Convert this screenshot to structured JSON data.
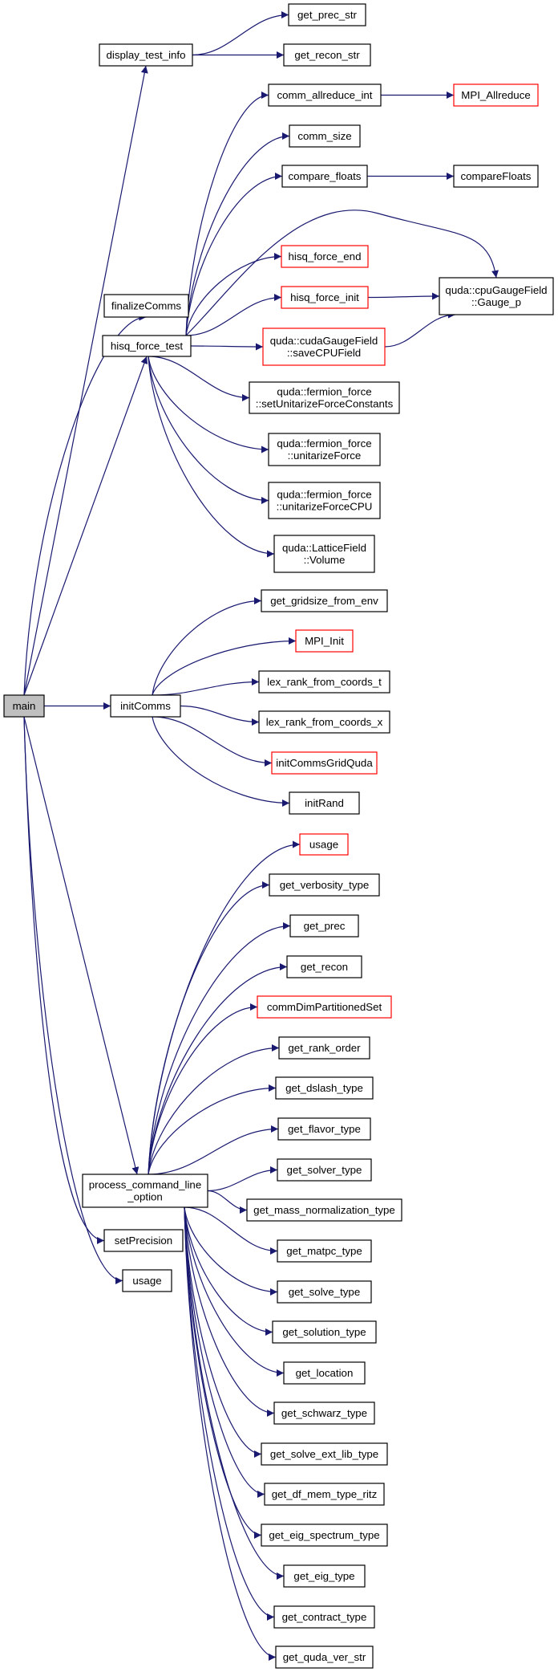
{
  "colors": {
    "background": "#ffffff",
    "edge": "#191970",
    "node_border": "#000000",
    "node_border_incomplete": "#ff0000",
    "root_fill": "#bfbfbf",
    "node_fill": "#ffffff"
  },
  "nodes": {
    "main": {
      "label": [
        "main"
      ],
      "root": true
    },
    "display_test_info": {
      "label": [
        "display_test_info"
      ]
    },
    "get_prec_str": {
      "label": [
        "get_prec_str"
      ]
    },
    "get_recon_str": {
      "label": [
        "get_recon_str"
      ]
    },
    "finalizeComms": {
      "label": [
        "finalizeComms"
      ]
    },
    "hisq_force_test": {
      "label": [
        "hisq_force_test"
      ]
    },
    "comm_allreduce_int": {
      "label": [
        "comm_allreduce_int"
      ]
    },
    "MPI_Allreduce": {
      "label": [
        "MPI_Allreduce"
      ],
      "red": true
    },
    "comm_size": {
      "label": [
        "comm_size"
      ]
    },
    "compare_floats": {
      "label": [
        "compare_floats"
      ]
    },
    "compareFloats": {
      "label": [
        "compareFloats"
      ]
    },
    "hisq_force_end": {
      "label": [
        "hisq_force_end"
      ],
      "red": true
    },
    "hisq_force_init": {
      "label": [
        "hisq_force_init"
      ],
      "red": true
    },
    "gauge_p": {
      "label": [
        "quda::cpuGaugeField",
        "::Gauge_p"
      ]
    },
    "saveCPUField": {
      "label": [
        "quda::cudaGaugeField",
        "::saveCPUField"
      ],
      "red": true
    },
    "setUnitarize": {
      "label": [
        "quda::fermion_force",
        "::setUnitarizeForceConstants"
      ]
    },
    "unitarizeForce": {
      "label": [
        "quda::fermion_force",
        "::unitarizeForce"
      ]
    },
    "unitarizeForceCPU": {
      "label": [
        "quda::fermion_force",
        "::unitarizeForceCPU"
      ]
    },
    "volume": {
      "label": [
        "quda::LatticeField",
        "::Volume"
      ]
    },
    "initComms": {
      "label": [
        "initComms"
      ]
    },
    "get_gridsize_from_env": {
      "label": [
        "get_gridsize_from_env"
      ]
    },
    "MPI_Init": {
      "label": [
        "MPI_Init"
      ],
      "red": true
    },
    "lex_rank_t": {
      "label": [
        "lex_rank_from_coords_t"
      ]
    },
    "lex_rank_x": {
      "label": [
        "lex_rank_from_coords_x"
      ]
    },
    "initCommsGridQuda": {
      "label": [
        "initCommsGridQuda"
      ],
      "red": true
    },
    "initRand": {
      "label": [
        "initRand"
      ]
    },
    "process_cmd": {
      "label": [
        "process_command_line",
        "_option"
      ]
    },
    "usage_red": {
      "label": [
        "usage"
      ],
      "red": true
    },
    "get_verbosity_type": {
      "label": [
        "get_verbosity_type"
      ]
    },
    "get_prec": {
      "label": [
        "get_prec"
      ]
    },
    "get_recon": {
      "label": [
        "get_recon"
      ]
    },
    "commDimPartitionedSet": {
      "label": [
        "commDimPartitionedSet"
      ],
      "red": true
    },
    "get_rank_order": {
      "label": [
        "get_rank_order"
      ]
    },
    "get_dslash_type": {
      "label": [
        "get_dslash_type"
      ]
    },
    "get_flavor_type": {
      "label": [
        "get_flavor_type"
      ]
    },
    "get_solver_type": {
      "label": [
        "get_solver_type"
      ]
    },
    "get_mass_normalization_type": {
      "label": [
        "get_mass_normalization_type"
      ]
    },
    "get_matpc_type": {
      "label": [
        "get_matpc_type"
      ]
    },
    "get_solve_type": {
      "label": [
        "get_solve_type"
      ]
    },
    "get_solution_type": {
      "label": [
        "get_solution_type"
      ]
    },
    "get_location": {
      "label": [
        "get_location"
      ]
    },
    "get_schwarz_type": {
      "label": [
        "get_schwarz_type"
      ]
    },
    "get_solve_ext_lib_type": {
      "label": [
        "get_solve_ext_lib_type"
      ]
    },
    "get_df_mem_type_ritz": {
      "label": [
        "get_df_mem_type_ritz"
      ]
    },
    "get_eig_spectrum_type": {
      "label": [
        "get_eig_spectrum_type"
      ]
    },
    "get_eig_type": {
      "label": [
        "get_eig_type"
      ]
    },
    "get_contract_type": {
      "label": [
        "get_contract_type"
      ]
    },
    "get_quda_ver_str": {
      "label": [
        "get_quda_ver_str"
      ]
    },
    "setPrecision": {
      "label": [
        "setPrecision"
      ]
    },
    "usage_main": {
      "label": [
        "usage"
      ]
    }
  },
  "edges": [
    [
      "main",
      "display_test_info"
    ],
    [
      "main",
      "finalizeComms"
    ],
    [
      "main",
      "hisq_force_test"
    ],
    [
      "main",
      "initComms"
    ],
    [
      "main",
      "process_cmd"
    ],
    [
      "main",
      "setPrecision"
    ],
    [
      "main",
      "usage_main"
    ],
    [
      "display_test_info",
      "get_prec_str"
    ],
    [
      "display_test_info",
      "get_recon_str"
    ],
    [
      "hisq_force_test",
      "comm_allreduce_int"
    ],
    [
      "hisq_force_test",
      "comm_size"
    ],
    [
      "hisq_force_test",
      "compare_floats"
    ],
    [
      "hisq_force_test",
      "gauge_p"
    ],
    [
      "hisq_force_test",
      "hisq_force_end"
    ],
    [
      "hisq_force_test",
      "hisq_force_init"
    ],
    [
      "hisq_force_test",
      "saveCPUField"
    ],
    [
      "hisq_force_test",
      "setUnitarize"
    ],
    [
      "hisq_force_test",
      "unitarizeForce"
    ],
    [
      "hisq_force_test",
      "unitarizeForceCPU"
    ],
    [
      "hisq_force_test",
      "volume"
    ],
    [
      "comm_allreduce_int",
      "MPI_Allreduce"
    ],
    [
      "compare_floats",
      "compareFloats"
    ],
    [
      "hisq_force_init",
      "gauge_p"
    ],
    [
      "saveCPUField",
      "gauge_p"
    ],
    [
      "initComms",
      "get_gridsize_from_env"
    ],
    [
      "initComms",
      "MPI_Init"
    ],
    [
      "initComms",
      "lex_rank_t"
    ],
    [
      "initComms",
      "lex_rank_x"
    ],
    [
      "initComms",
      "initCommsGridQuda"
    ],
    [
      "initComms",
      "initRand"
    ],
    [
      "process_cmd",
      "usage_red"
    ],
    [
      "process_cmd",
      "get_verbosity_type"
    ],
    [
      "process_cmd",
      "get_prec"
    ],
    [
      "process_cmd",
      "get_recon"
    ],
    [
      "process_cmd",
      "commDimPartitionedSet"
    ],
    [
      "process_cmd",
      "get_rank_order"
    ],
    [
      "process_cmd",
      "get_dslash_type"
    ],
    [
      "process_cmd",
      "get_flavor_type"
    ],
    [
      "process_cmd",
      "get_solver_type"
    ],
    [
      "process_cmd",
      "get_mass_normalization_type"
    ],
    [
      "process_cmd",
      "get_matpc_type"
    ],
    [
      "process_cmd",
      "get_solve_type"
    ],
    [
      "process_cmd",
      "get_solution_type"
    ],
    [
      "process_cmd",
      "get_location"
    ],
    [
      "process_cmd",
      "get_schwarz_type"
    ],
    [
      "process_cmd",
      "get_solve_ext_lib_type"
    ],
    [
      "process_cmd",
      "get_df_mem_type_ritz"
    ],
    [
      "process_cmd",
      "get_eig_spectrum_type"
    ],
    [
      "process_cmd",
      "get_eig_type"
    ],
    [
      "process_cmd",
      "get_contract_type"
    ],
    [
      "process_cmd",
      "get_quda_ver_str"
    ]
  ]
}
